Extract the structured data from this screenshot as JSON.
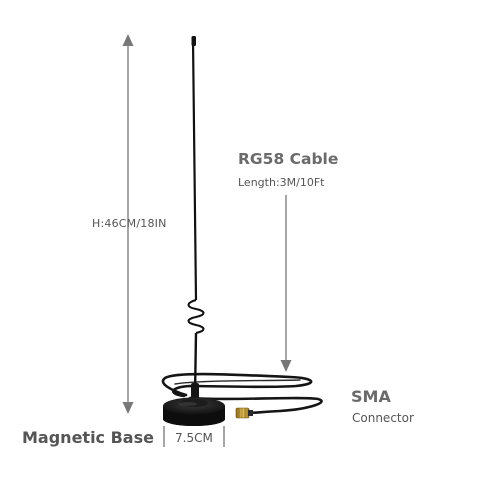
{
  "labels": {
    "height": "H:46CM/18IN",
    "cable_title": "RG58 Cable",
    "cable_length": "Length:3M/10Ft",
    "connector_title": "SMA",
    "connector_sub": "Connector",
    "base": "Magnetic Base",
    "base_width": "7.5CM"
  },
  "colors": {
    "dimension_line": "#777777",
    "antenna": "#111111",
    "text": "#555555"
  }
}
